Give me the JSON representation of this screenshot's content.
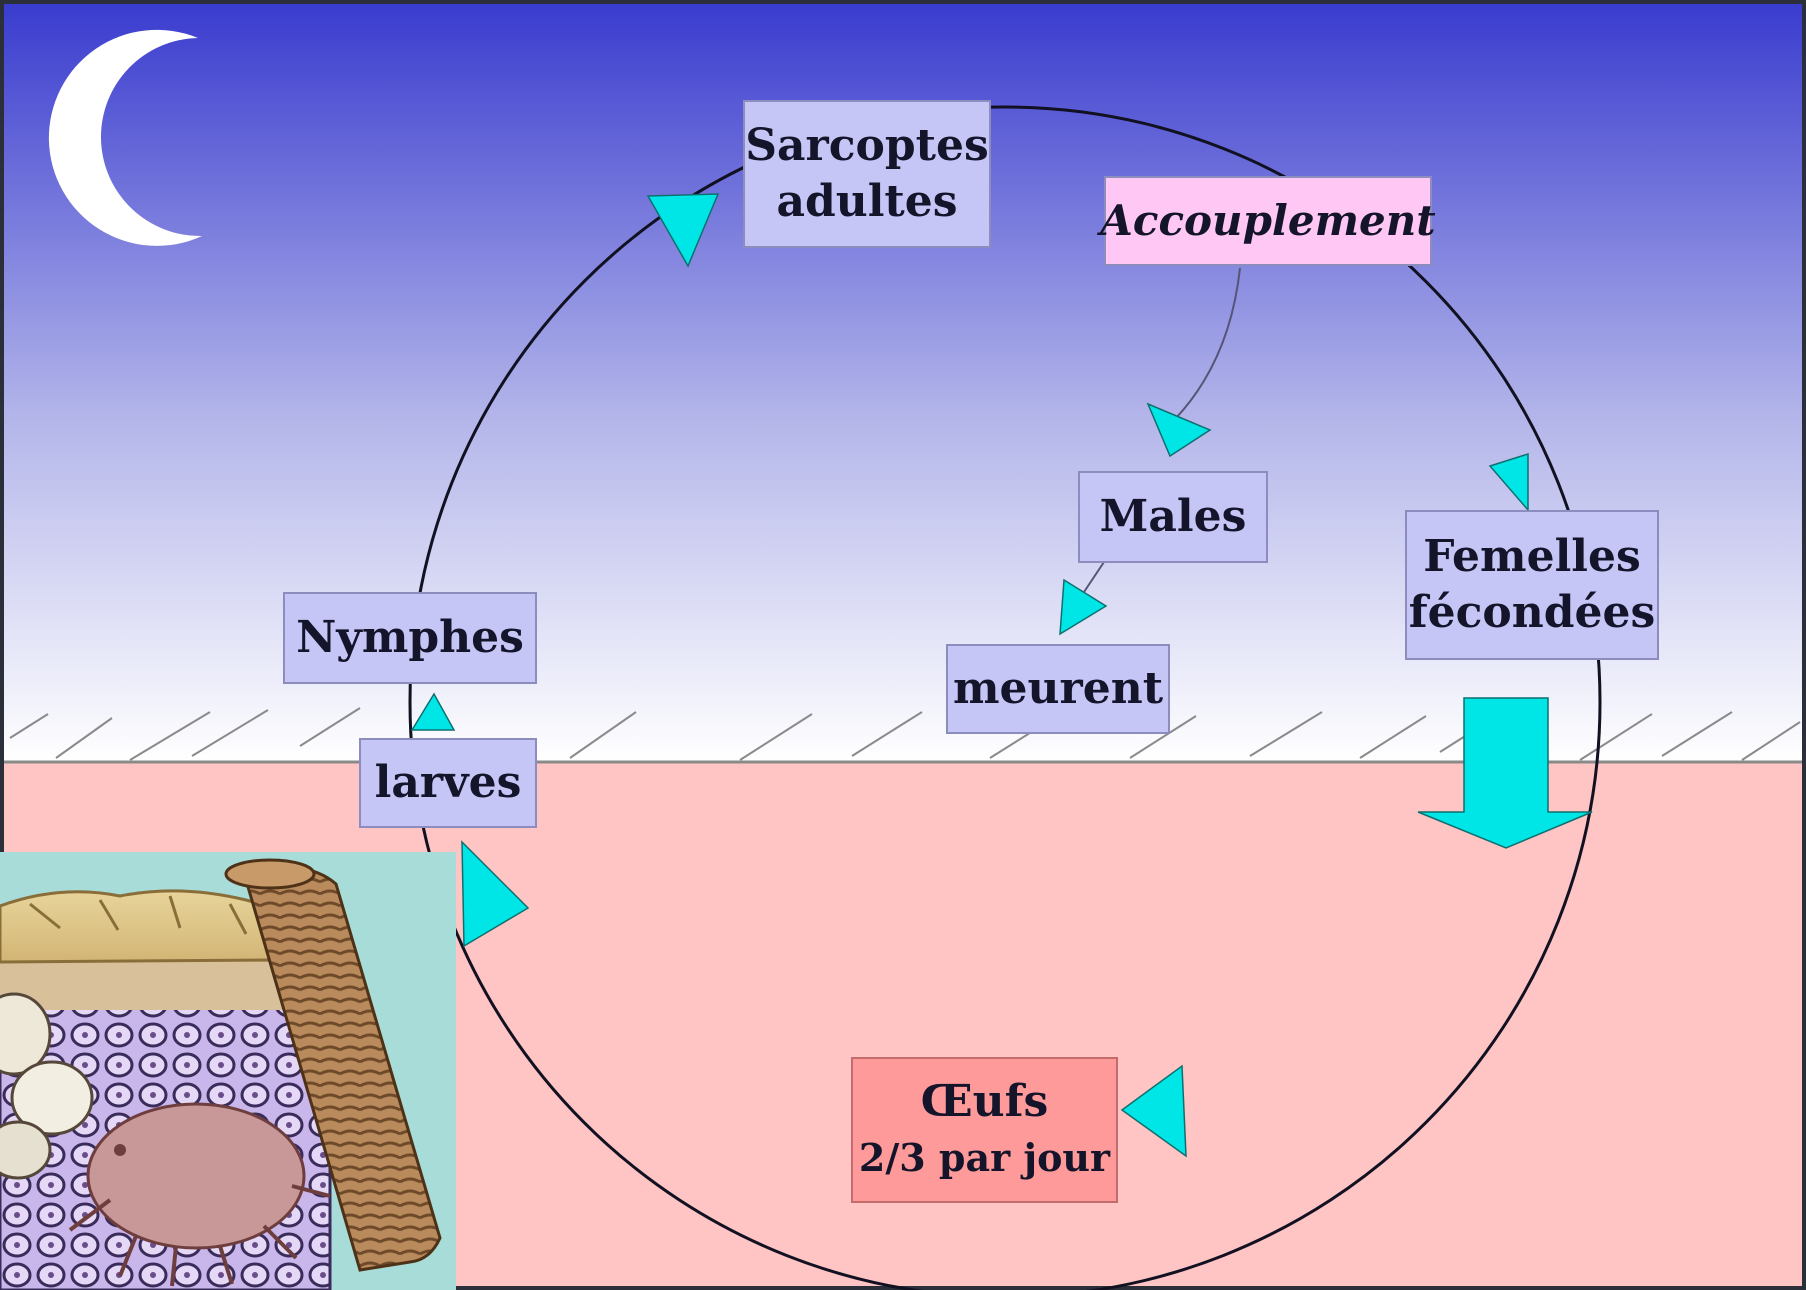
{
  "diagram": {
    "stages": {
      "adultes": [
        "Sarcoptes",
        "adultes"
      ],
      "accouplement": "Accouplement",
      "males": "Males",
      "meurent": "meurent",
      "femelles": [
        "Femelles",
        "fécondées"
      ],
      "nymphes": "Nymphes",
      "larves": "larves",
      "oeufs": [
        "Œufs",
        "2/3 par jour"
      ]
    },
    "colors": {
      "sky_top": "#3a3ccf",
      "sky_bottom": "#ffffff",
      "skin": "#ffc4c4",
      "box_fill": "#c6c6f6",
      "accouplement_fill": "#ffc8f4",
      "oeufs_fill": "#ff9a9a",
      "arrow": "#00e6e6"
    },
    "icons": [
      "moon-icon",
      "skin-cross-section-illustration"
    ]
  }
}
